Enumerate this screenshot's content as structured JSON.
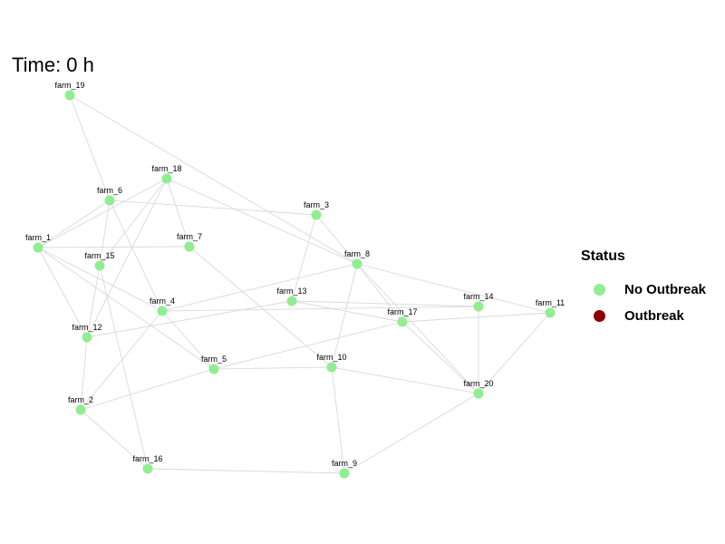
{
  "title": {
    "text": "Time: 0 h"
  },
  "legend": {
    "title": "Status",
    "items": [
      {
        "label": "No Outbreak",
        "color": "#90ee90"
      },
      {
        "label": "Outbreak",
        "color": "#8b0000"
      }
    ]
  },
  "colors": {
    "edge": "#d9d9d9",
    "label": "#000000"
  },
  "network": {
    "nodes": [
      {
        "id": "farm_1",
        "label": "farm_1",
        "status": "No Outbreak"
      },
      {
        "id": "farm_2",
        "label": "farm_2",
        "status": "No Outbreak"
      },
      {
        "id": "farm_3",
        "label": "farm_3",
        "status": "No Outbreak"
      },
      {
        "id": "farm_4",
        "label": "farm_4",
        "status": "No Outbreak"
      },
      {
        "id": "farm_5",
        "label": "farm_5",
        "status": "No Outbreak"
      },
      {
        "id": "farm_6",
        "label": "farm_6",
        "status": "No Outbreak"
      },
      {
        "id": "farm_7",
        "label": "farm_7",
        "status": "No Outbreak"
      },
      {
        "id": "farm_8",
        "label": "farm_8",
        "status": "No Outbreak"
      },
      {
        "id": "farm_9",
        "label": "farm_9",
        "status": "No Outbreak"
      },
      {
        "id": "farm_10",
        "label": "farm_10",
        "status": "No Outbreak"
      },
      {
        "id": "farm_11",
        "label": "farm_11",
        "status": "No Outbreak"
      },
      {
        "id": "farm_12",
        "label": "farm_12",
        "status": "No Outbreak"
      },
      {
        "id": "farm_13",
        "label": "farm_13",
        "status": "No Outbreak"
      },
      {
        "id": "farm_14",
        "label": "farm_14",
        "status": "No Outbreak"
      },
      {
        "id": "farm_15",
        "label": "farm_15",
        "status": "No Outbreak"
      },
      {
        "id": "farm_16",
        "label": "farm_16",
        "status": "No Outbreak"
      },
      {
        "id": "farm_17",
        "label": "farm_17",
        "status": "No Outbreak"
      },
      {
        "id": "farm_18",
        "label": "farm_18",
        "status": "No Outbreak"
      },
      {
        "id": "farm_19",
        "label": "farm_19",
        "status": "No Outbreak"
      },
      {
        "id": "farm_20",
        "label": "farm_20",
        "status": "No Outbreak"
      }
    ],
    "edges": [
      [
        "farm_19",
        "farm_6"
      ],
      [
        "farm_19",
        "farm_8"
      ],
      [
        "farm_18",
        "farm_15"
      ],
      [
        "farm_18",
        "farm_7"
      ],
      [
        "farm_18",
        "farm_1"
      ],
      [
        "farm_18",
        "farm_8"
      ],
      [
        "farm_18",
        "farm_12"
      ],
      [
        "farm_6",
        "farm_1"
      ],
      [
        "farm_6",
        "farm_3"
      ],
      [
        "farm_6",
        "farm_15"
      ],
      [
        "farm_6",
        "farm_4"
      ],
      [
        "farm_1",
        "farm_7"
      ],
      [
        "farm_1",
        "farm_5"
      ],
      [
        "farm_1",
        "farm_4"
      ],
      [
        "farm_1",
        "farm_12"
      ],
      [
        "farm_15",
        "farm_12"
      ],
      [
        "farm_15",
        "farm_16"
      ],
      [
        "farm_7",
        "farm_10"
      ],
      [
        "farm_3",
        "farm_8"
      ],
      [
        "farm_3",
        "farm_13"
      ],
      [
        "farm_8",
        "farm_4"
      ],
      [
        "farm_8",
        "farm_11"
      ],
      [
        "farm_8",
        "farm_10"
      ],
      [
        "farm_8",
        "farm_17"
      ],
      [
        "farm_8",
        "farm_20"
      ],
      [
        "farm_13",
        "farm_12"
      ],
      [
        "farm_13",
        "farm_14"
      ],
      [
        "farm_13",
        "farm_17"
      ],
      [
        "farm_4",
        "farm_14"
      ],
      [
        "farm_4",
        "farm_5"
      ],
      [
        "farm_4",
        "farm_2"
      ],
      [
        "farm_12",
        "farm_2"
      ],
      [
        "farm_17",
        "farm_11"
      ],
      [
        "farm_17",
        "farm_5"
      ],
      [
        "farm_17",
        "farm_20"
      ],
      [
        "farm_14",
        "farm_20"
      ],
      [
        "farm_11",
        "farm_20"
      ],
      [
        "farm_5",
        "farm_2"
      ],
      [
        "farm_5",
        "farm_10"
      ],
      [
        "farm_10",
        "farm_20"
      ],
      [
        "farm_10",
        "farm_9"
      ],
      [
        "farm_2",
        "farm_16"
      ],
      [
        "farm_16",
        "farm_9"
      ],
      [
        "farm_9",
        "farm_20"
      ]
    ]
  }
}
